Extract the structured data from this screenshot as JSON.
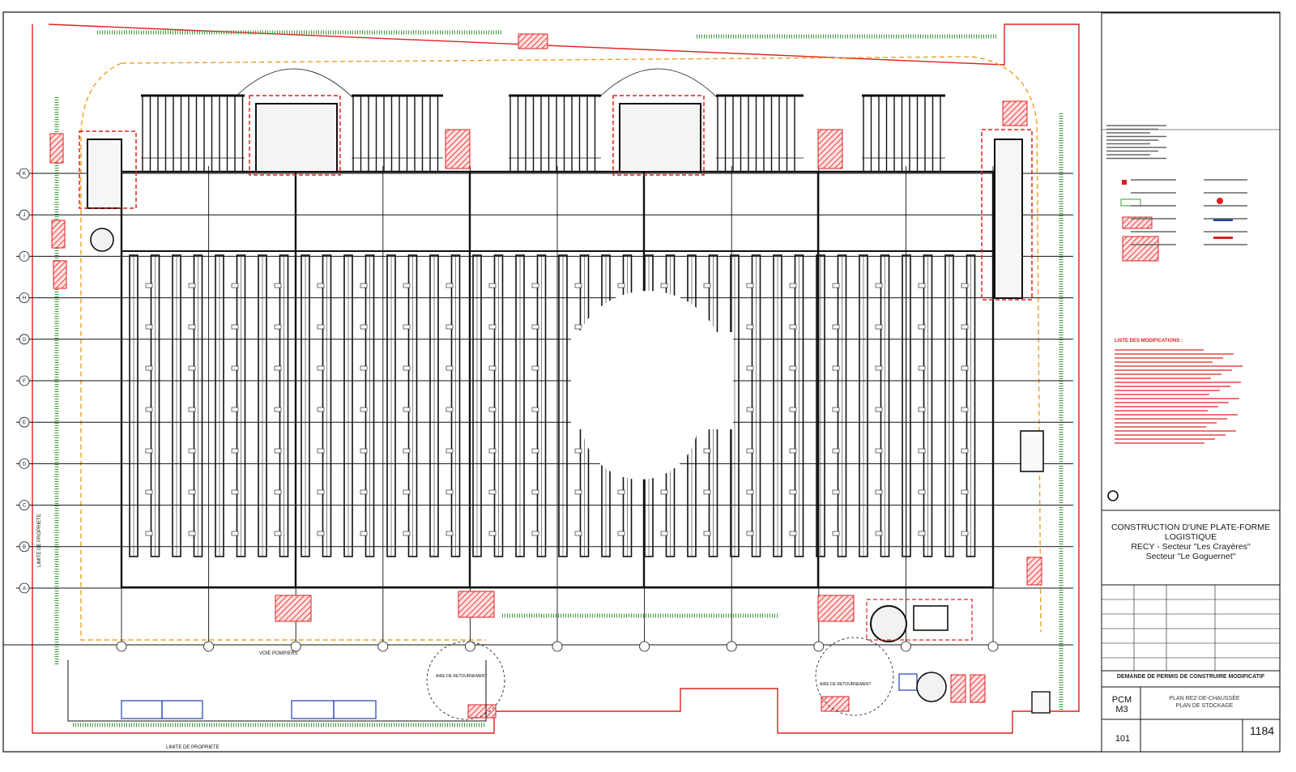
{
  "title_block": {
    "project_lines": [
      "CONSTRUCTION D'UNE PLATE-FORME",
      "LOGISTIQUE",
      "RECY - Secteur \"Les Crayères\"",
      "Secteur \"Le Goguernet\""
    ],
    "demande": "DEMANDE DE PERMIS DE CONSTRUIRE MODIFICATIF",
    "plan_code": "PCM M3",
    "plan_title_lines": [
      "PLAN REZ-DE-CHAUSSÉE",
      "PLAN DE STOCKAGE"
    ],
    "sheet_number": "101",
    "project_number": "1184",
    "legend_heading": "LISTE DES MODIFICATIONS :"
  },
  "site_labels": {
    "voie_pompiers": "VOIE POMPIERS",
    "aire_retournement": "AIRE DE RETOURNEMENT",
    "limite_propriete": "LIMITE DE PROPRIETE"
  },
  "grid": {
    "row_labels": [
      "K",
      "J",
      "I",
      "H",
      "G",
      "F",
      "E",
      "D",
      "C",
      "B",
      "A"
    ]
  },
  "colors": {
    "line": "#111111",
    "accent_red": "#e02020",
    "hatch_red": "#e84040",
    "hedge_green": "#3a9a3a",
    "dash_orange": "#f0a020",
    "blue": "#1f3fb0"
  }
}
